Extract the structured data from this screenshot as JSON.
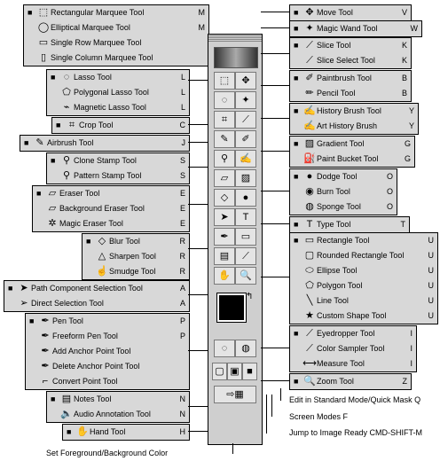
{
  "groups": {
    "marquee": [
      {
        "icon": "⬚",
        "label": "Rectangular Marquee Tool",
        "key": "M",
        "active": true
      },
      {
        "icon": "◯",
        "label": "Elliptical Marquee Tool",
        "key": "M",
        "active": false
      },
      {
        "icon": "▭",
        "label": "Single Row Marquee Tool",
        "key": "",
        "active": false
      },
      {
        "icon": "▯",
        "label": "Single Column Marquee Tool",
        "key": "",
        "active": false
      }
    ],
    "lasso": [
      {
        "icon": "◌",
        "label": "Lasso Tool",
        "key": "L",
        "active": true
      },
      {
        "icon": "⬠",
        "label": "Polygonal Lasso Tool",
        "key": "L",
        "active": false
      },
      {
        "icon": "⌁",
        "label": "Magnetic Lasso Tool",
        "key": "L",
        "active": false
      }
    ],
    "crop": [
      {
        "icon": "⌗",
        "label": "Crop Tool",
        "key": "C",
        "active": true
      }
    ],
    "airbrush": [
      {
        "icon": "✎",
        "label": "Airbrush Tool",
        "key": "J",
        "active": true
      }
    ],
    "stamp": [
      {
        "icon": "⚲",
        "label": "Clone Stamp Tool",
        "key": "S",
        "active": true
      },
      {
        "icon": "⚲",
        "label": "Pattern Stamp Tool",
        "key": "S",
        "active": false
      }
    ],
    "eraser": [
      {
        "icon": "▱",
        "label": "Eraser Tool",
        "key": "E",
        "active": true
      },
      {
        "icon": "▱",
        "label": "Background Eraser Tool",
        "key": "E",
        "active": false
      },
      {
        "icon": "✲",
        "label": "Magic Eraser Tool",
        "key": "E",
        "active": false
      }
    ],
    "blur": [
      {
        "icon": "◇",
        "label": "Blur Tool",
        "key": "R",
        "active": true
      },
      {
        "icon": "△",
        "label": "Sharpen Tool",
        "key": "R",
        "active": false
      },
      {
        "icon": "☝",
        "label": "Smudge Tool",
        "key": "R",
        "active": false
      }
    ],
    "path": [
      {
        "icon": "➤",
        "label": "Path Component Selection Tool",
        "key": "A",
        "active": true
      },
      {
        "icon": "➢",
        "label": "Direct Selection Tool",
        "key": "A",
        "active": false
      }
    ],
    "pen": [
      {
        "icon": "✒",
        "label": "Pen Tool",
        "key": "P",
        "active": true
      },
      {
        "icon": "✒",
        "label": "Freeform Pen Tool",
        "key": "P",
        "active": false
      },
      {
        "icon": "✒",
        "label": "Add Anchor Point Tool",
        "key": "",
        "active": false
      },
      {
        "icon": "✒",
        "label": "Delete Anchor Point Tool",
        "key": "",
        "active": false
      },
      {
        "icon": "⌐",
        "label": "Convert Point Tool",
        "key": "",
        "active": false
      }
    ],
    "notes": [
      {
        "icon": "▤",
        "label": "Notes Tool",
        "key": "N",
        "active": true
      },
      {
        "icon": "🔈",
        "label": "Audio Annotation Tool",
        "key": "N",
        "active": false
      }
    ],
    "hand": [
      {
        "icon": "✋",
        "label": "Hand Tool",
        "key": "H",
        "active": true
      }
    ],
    "move": [
      {
        "icon": "✥",
        "label": "Move Tool",
        "key": "V",
        "active": true
      }
    ],
    "wand": [
      {
        "icon": "✦",
        "label": "Magic Wand Tool",
        "key": "W",
        "active": true
      }
    ],
    "slice": [
      {
        "icon": "⟋",
        "label": "Slice Tool",
        "key": "K",
        "active": true
      },
      {
        "icon": "⟋",
        "label": "Slice Select Tool",
        "key": "K",
        "active": false
      }
    ],
    "brush": [
      {
        "icon": "✐",
        "label": "Paintbrush Tool",
        "key": "B",
        "active": true
      },
      {
        "icon": "✏",
        "label": "Pencil Tool",
        "key": "B",
        "active": false
      }
    ],
    "history": [
      {
        "icon": "✍",
        "label": "History Brush Tool",
        "key": "Y",
        "active": true
      },
      {
        "icon": "✍",
        "label": "Art History Brush",
        "key": "Y",
        "active": false
      }
    ],
    "gradient": [
      {
        "icon": "▨",
        "label": "Gradient Tool",
        "key": "G",
        "active": true
      },
      {
        "icon": "⛽",
        "label": "Paint Bucket Tool",
        "key": "G",
        "active": false
      }
    ],
    "dodge": [
      {
        "icon": "●",
        "label": "Dodge Tool",
        "key": "O",
        "active": true
      },
      {
        "icon": "◉",
        "label": "Burn Tool",
        "key": "O",
        "active": false
      },
      {
        "icon": "◍",
        "label": "Sponge Tool",
        "key": "O",
        "active": false
      }
    ],
    "type": [
      {
        "icon": "T",
        "label": "Type Tool",
        "key": "T",
        "active": true
      }
    ],
    "shape": [
      {
        "icon": "▭",
        "label": "Rectangle Tool",
        "key": "U",
        "active": true
      },
      {
        "icon": "▢",
        "label": "Rounded Rectangle Tool",
        "key": "U",
        "active": false
      },
      {
        "icon": "⬭",
        "label": "Ellipse Tool",
        "key": "U",
        "active": false
      },
      {
        "icon": "⬠",
        "label": "Polygon Tool",
        "key": "U",
        "active": false
      },
      {
        "icon": "╲",
        "label": "Line Tool",
        "key": "U",
        "active": false
      },
      {
        "icon": "★",
        "label": "Custom Shape Tool",
        "key": "U",
        "active": false
      }
    ],
    "eyedropper": [
      {
        "icon": "⟋",
        "label": "Eyedropper Tool",
        "key": "I",
        "active": true
      },
      {
        "icon": "⟋",
        "label": "Color Sampler Tool",
        "key": "I",
        "active": false
      },
      {
        "icon": "⟷",
        "label": "Measure Tool",
        "key": "I",
        "active": false
      }
    ],
    "zoom": [
      {
        "icon": "🔍",
        "label": "Zoom Tool",
        "key": "Z",
        "active": true
      }
    ]
  },
  "notes": {
    "quickmask": "Edit in Standard Mode/Quick Mask Q",
    "screen": "Screen Modes F",
    "jump": "Jump to Image Ready CMD-SHIFT-M",
    "colors": "Set Foreground/Background Color"
  },
  "toolbar": {
    "buttons": [
      [
        "⬚",
        "✥"
      ],
      [
        "◌",
        "✦"
      ],
      [
        "⌗",
        "⟋"
      ],
      [
        "✎",
        "✐"
      ],
      [
        "⚲",
        "✍"
      ],
      [
        "▱",
        "▨"
      ],
      [
        "◇",
        "●"
      ],
      [
        "➤",
        "T"
      ],
      [
        "✒",
        "▭"
      ],
      [
        "▤",
        "⟋"
      ],
      [
        "✋",
        "🔍"
      ]
    ]
  }
}
